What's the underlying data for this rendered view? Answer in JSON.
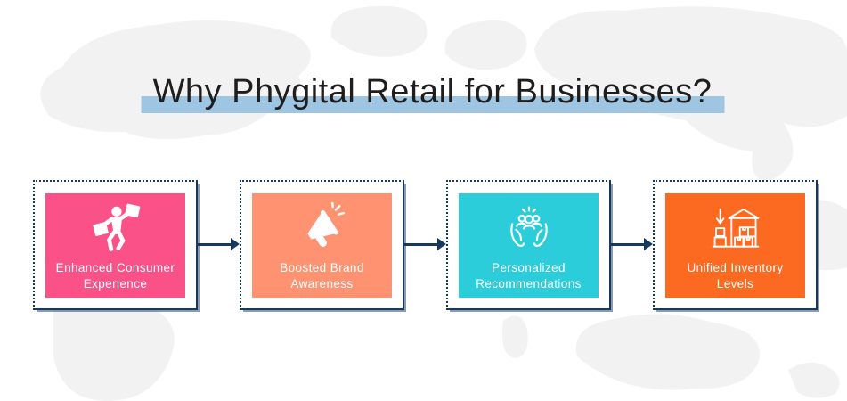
{
  "title": {
    "text": "Why Phygital Retail for Businesses?"
  },
  "colors": {
    "navy": "#17395E",
    "title_text": "#1E1E1E",
    "highlight_bar": "#9EC5E2",
    "step_pink": "#FB5189",
    "step_salmon": "#FE9271",
    "step_teal": "#2BCDDB",
    "step_orange": "#FC6A21",
    "map_gray": "#F2F2F2"
  },
  "steps": [
    {
      "label": "Enhanced Consumer Experience",
      "icon": "shopper-bags-icon",
      "color": "#FB5189"
    },
    {
      "label": "Boosted Brand Awareness",
      "icon": "megaphone-icon",
      "color": "#FE9271"
    },
    {
      "label": "Personalized Recommendations",
      "icon": "hands-people-icon",
      "color": "#2BCDDB"
    },
    {
      "label": "Unified Inventory Levels",
      "icon": "warehouse-boxes-icon",
      "color": "#FC6A21"
    }
  ]
}
